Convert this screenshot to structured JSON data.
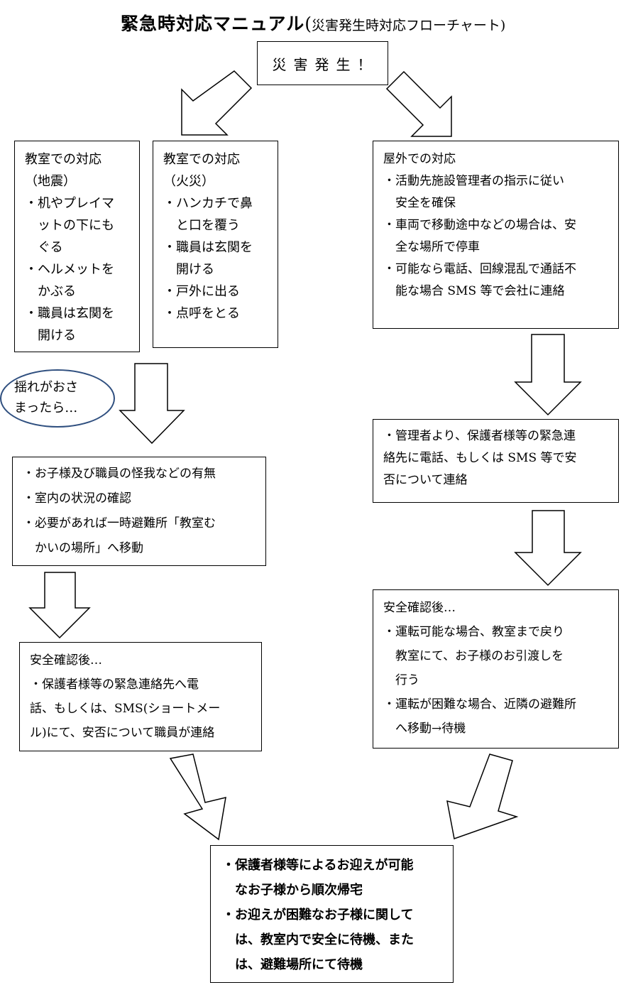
{
  "title": {
    "main": "緊急時対応マニュアル",
    "open_paren": "(",
    "sub": "災害発生時対応フローチャート)"
  },
  "start": {
    "label": "災害発生！"
  },
  "boxes": {
    "earthquake": {
      "lines": [
        "教室での対応",
        "（地震）",
        "・机やプレイマ",
        "　ットの下にも",
        "　ぐる",
        "・ヘルメットを",
        "　かぶる",
        "・職員は玄関を",
        "　開ける"
      ]
    },
    "fire": {
      "lines": [
        "教室での対応",
        "（火災）",
        "・ハンカチで鼻",
        "　と口を覆う",
        "・職員は玄関を",
        "　開ける",
        "・戸外に出る",
        "・点呼をとる"
      ]
    },
    "outdoor": {
      "lines": [
        "屋外での対応",
        "・活動先施設管理者の指示に従い",
        "　安全を確保",
        "・車両で移動途中などの場合は、安",
        "　全な場所で停車",
        "・可能なら電話、回線混乱で通話不",
        "　能な場合 SMS 等で会社に連絡"
      ]
    },
    "manager_contact": {
      "lines": [
        "・管理者より、保護者様等の緊急連",
        "絡先に電話、もしくは SMS 等で安",
        "否について連絡"
      ]
    },
    "indoor_check": {
      "lines": [
        "・お子様及び職員の怪我などの有無",
        "・室内の状況の確認",
        "・必要があれば一時避難所「教室む",
        "　かいの場所」へ移動"
      ]
    },
    "after_check_left": {
      "lines": [
        "安全確認後…",
        "・保護者様等の緊急連絡先へ電",
        "話、もしくは、SMS(ショートメー",
        "ル)にて、安否について職員が連絡"
      ]
    },
    "after_check_right": {
      "lines": [
        "安全確認後…",
        "・運転可能な場合、教室まで戻り",
        "　教室にて、お子様のお引渡しを",
        "　行う",
        "・運転が困難な場合、近隣の避難所",
        "　へ移動→待機"
      ]
    },
    "final": {
      "lines": [
        "・保護者様等によるお迎えが可能",
        "　なお子様から順次帰宅",
        "・お迎えが困難なお子様に関して",
        "　は、教室内で安全に待機、また",
        "　は、避難場所にて待機"
      ]
    }
  },
  "bubble": {
    "lines": [
      "揺れがおさ",
      "まったら…"
    ]
  }
}
